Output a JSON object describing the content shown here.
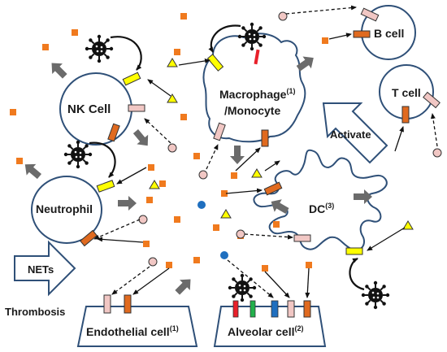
{
  "labels": {
    "nk_cell": "NK Cell",
    "macrophage": "Macrophage",
    "macrophage_sup": "(1)",
    "monocyte": "/Monocyte",
    "b_cell": "B cell",
    "t_cell": "T cell",
    "activate": "Activate",
    "neutrophil": "Neutrophil",
    "dc": "DC",
    "dc_sup": "(3)",
    "nets": "NETs",
    "thrombosis": "Thrombosis",
    "endothelial": "Endothelial cell",
    "endothelial_sup": "(1)",
    "alveolar": "Alveolar cell",
    "alveolar_sup": "(2)"
  },
  "colors": {
    "cell_outline": "#2f5078",
    "cytokine": "#f07a1e",
    "receptor_yellow": "#ffff00",
    "receptor_orange": "#e06a1f",
    "receptor_pink": "#f1c7c4",
    "arrow_gray": "#6b6b6b",
    "dot_blue": "#1f6fbf"
  },
  "icons": [
    "virus-icon",
    "cytokine-square",
    "ligand-triangle",
    "ligand-circle",
    "receptor-bar"
  ]
}
